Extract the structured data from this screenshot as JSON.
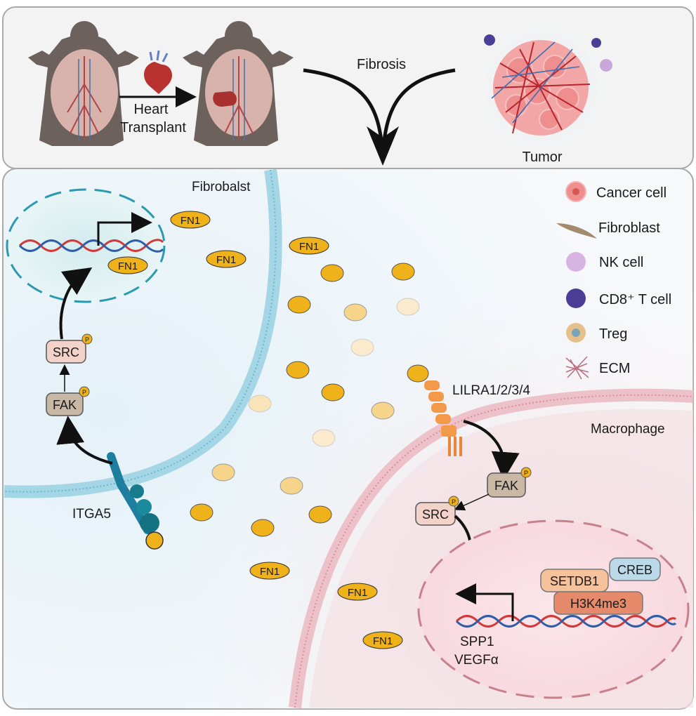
{
  "top_panel": {
    "heart_label": "Heart",
    "transplant_label": "Transplant",
    "fibrosis_label": "Fibrosis",
    "tumor_label": "Tumor"
  },
  "main_panel": {
    "fibroblast_label": "Fibrobalst",
    "macrophage_label": "Macrophage",
    "itga5_label": "ITGA5",
    "lilra_label": "LILRA1/2/3/4",
    "fn1_label": "FN1",
    "fak_label": "FAK",
    "src_label": "SRC",
    "p_label": "P",
    "setdb1_label": "SETDB1",
    "creb_label": "CREB",
    "h3k4me3_label": "H3K4me3",
    "spp1_label": "SPP1",
    "vegf_label": "VEGFα"
  },
  "legend": [
    {
      "label": "Cancer cell",
      "icon": "cancer-cell-icon"
    },
    {
      "label": "Fibroblast",
      "icon": "fibroblast-icon"
    },
    {
      "label": "NK cell",
      "icon": "nk-cell-icon"
    },
    {
      "label": "CD8⁺ T cell",
      "icon": "cd8-t-cell-icon"
    },
    {
      "label": "Treg",
      "icon": "treg-icon"
    },
    {
      "label": "ECM",
      "icon": "ecm-icon"
    }
  ],
  "colors": {
    "fn1": "#f0b21a",
    "fak": "#c9b8a6",
    "src": "#f3d3c9",
    "setdb1": "#f6c29c",
    "creb": "#bcd9ea",
    "h3k4me3": "#e58a6a",
    "fibroblast_membrane": "#8ccbe0",
    "macrophage_membrane": "#e2a3b0"
  }
}
